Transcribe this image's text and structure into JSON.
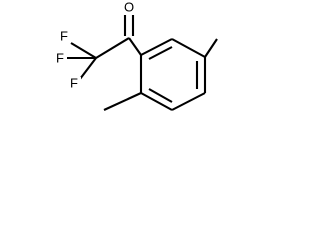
{
  "molecule": {
    "atoms": {
      "oxygen": "O",
      "fluorine_top": "F",
      "fluorine_left": "F",
      "fluorine_bottom": "F"
    },
    "colors": {
      "bond": "#000000",
      "text": "#000000",
      "background": "#ffffff"
    }
  }
}
